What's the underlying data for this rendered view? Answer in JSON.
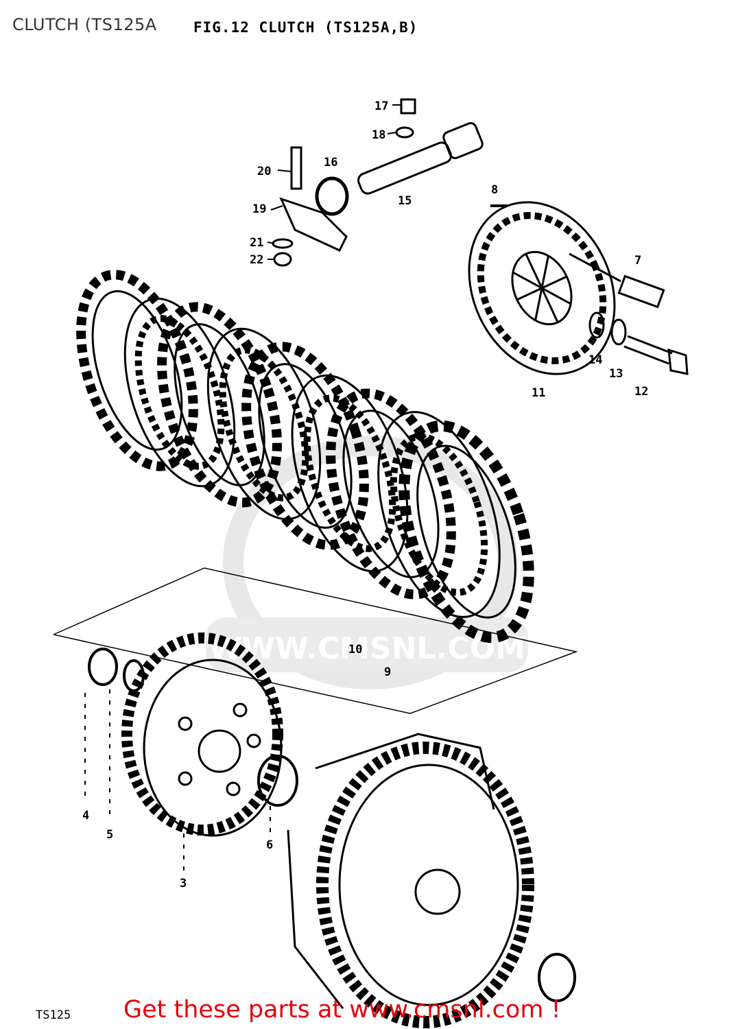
{
  "header": {
    "breadcrumb": "CLUTCH (TS125A",
    "figure_title": "FIG.12  CLUTCH (TS125A,B)"
  },
  "watermark": {
    "text": "WWW.CMSNL.COM"
  },
  "part_labels": {
    "p3": "3",
    "p4": "4",
    "p5": "5",
    "p6": "6",
    "p7": "7",
    "p8": "8",
    "p9": "9",
    "p10": "10",
    "p11": "11",
    "p12": "12",
    "p13": "13",
    "p14": "14",
    "p15": "15",
    "p16": "16",
    "p17": "17",
    "p18": "18",
    "p19": "19",
    "p20": "20",
    "p21": "21",
    "p22": "22"
  },
  "footer": {
    "link_text": "Get these parts at www.cmsnl.com !",
    "corner_code": "TS125"
  },
  "colors": {
    "footer": "#e8000b",
    "line": "#000000",
    "watermark": "#d8d8d8"
  }
}
